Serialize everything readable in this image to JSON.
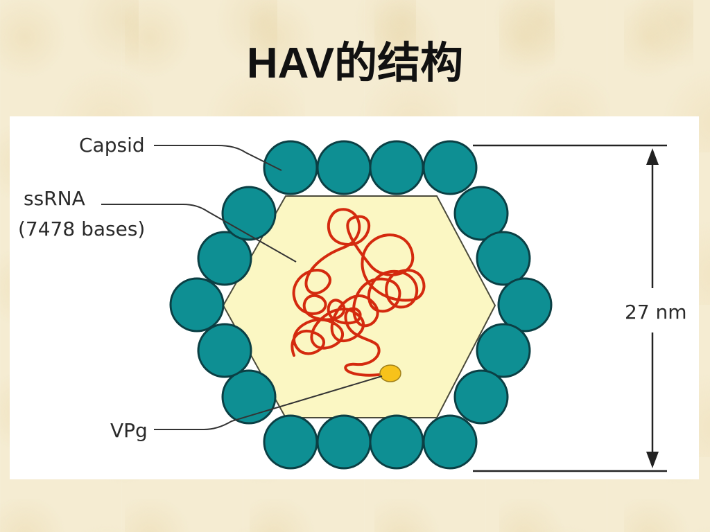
{
  "title": "HAV的结构",
  "diagram": {
    "labels": {
      "capsid": "Capsid",
      "ssrna_line1": "ssRNA",
      "ssrna_line2": "(7478 bases)",
      "vpg": "VPg",
      "size": "27 nm"
    },
    "colors": {
      "capsomere": "#0e8f93",
      "capsomere_edge": "#0b3f44",
      "core": "#fbf7c3",
      "rna": "#d42a0e",
      "vpg": "#f7c21b",
      "leader_line": "#333333"
    }
  }
}
